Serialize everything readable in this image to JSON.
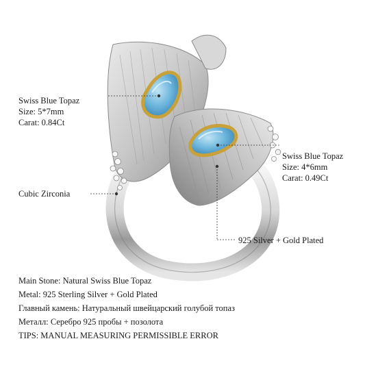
{
  "callouts": {
    "left_stone": {
      "title": "Swiss Blue Topaz",
      "size": "Size: 5*7mm",
      "carat": "Carat: 0.84Ct"
    },
    "right_stone": {
      "title": "Swiss Blue Topaz",
      "size": "Size: 4*6mm",
      "carat": "Carat: 0.49Ct"
    },
    "accent_stone": "Cubic Zirconia",
    "metal": "925 Silver + Gold Plated"
  },
  "specs": [
    "Main Stone: Natural Swiss Blue Topaz",
    "Metal: 925 Sterling Silver + Gold Plated",
    "Главный камень: Натуральный швейцарский голубой топаз",
    "Металл: Серебро 925 пробы + позолота",
    "TIPS: MANUAL MEASURING PERMISSIBLE ERROR"
  ],
  "colors": {
    "silver_light": "#f2f2f2",
    "silver_mid": "#c8c8c8",
    "silver_dark": "#8a8a8a",
    "gold": "#c9a13a",
    "topaz": "#6fb7dd",
    "topaz_dark": "#2f7fb0",
    "callout_line": "#333333"
  }
}
